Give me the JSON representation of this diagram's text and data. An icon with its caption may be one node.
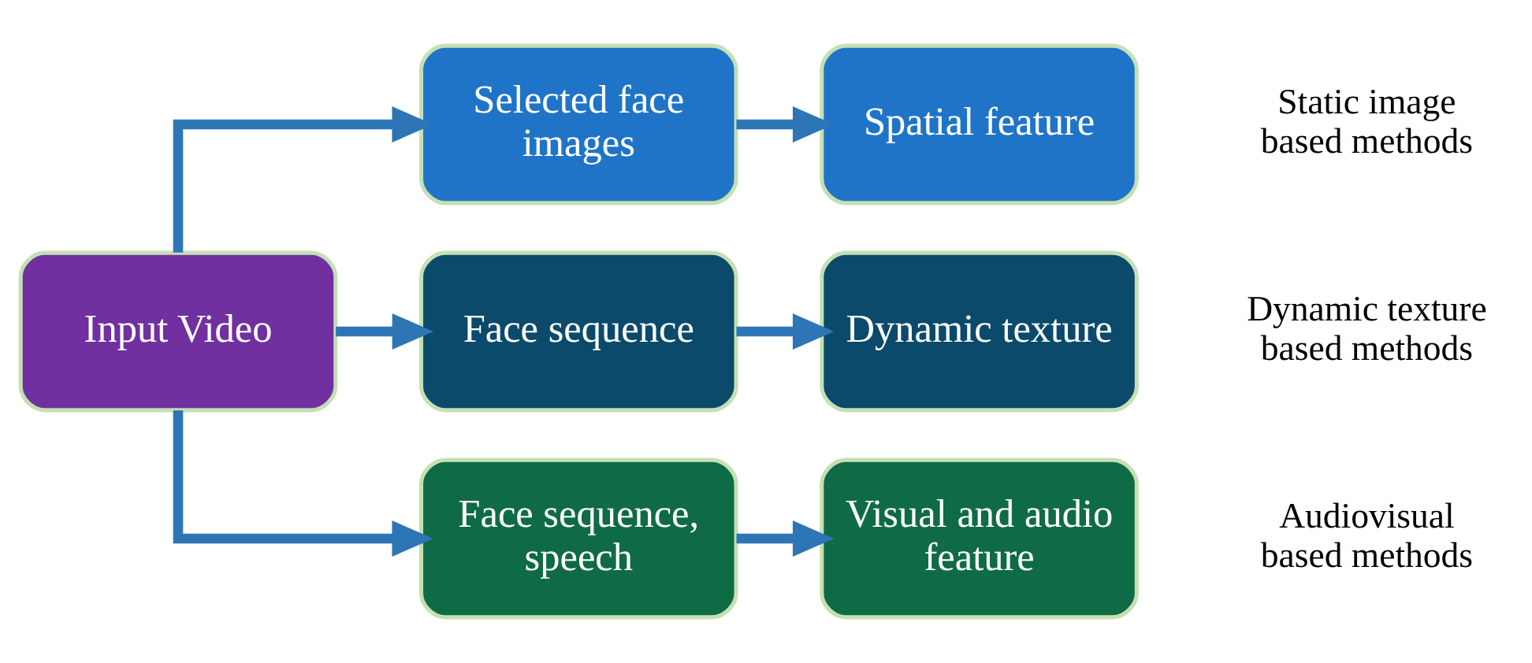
{
  "diagram": {
    "nodes": [
      {
        "text": [
          "Input Video"
        ]
      },
      {
        "text": [
          "Selected face images"
        ]
      },
      {
        "text": [
          "Spatial feature"
        ],
        "beside": [
          "Static image based methods"
        ]
      },
      {
        "text": [
          "Face sequence"
        ]
      },
      {
        "text": [
          "Dynamic texture"
        ],
        "beside": [
          "Dynamic texture based methods"
        ]
      },
      {
        "text": [
          "Face sequence, speech"
        ]
      },
      {
        "text": [
          "Visual and audio feature"
        ],
        "beside": [
          "Audiovisual based methods"
        ]
      }
    ],
    "edges": [
      {
        "from": 0,
        "to": 1,
        "arrow": "to"
      },
      {
        "from": 0,
        "to": 3,
        "arrow": "to"
      },
      {
        "from": 0,
        "to": 5,
        "arrow": "to"
      },
      {
        "from": 1,
        "to": 2,
        "arrow": "to"
      },
      {
        "from": 3,
        "to": 4,
        "arrow": "to"
      },
      {
        "from": 5,
        "to": 6,
        "arrow": "to"
      }
    ]
  }
}
